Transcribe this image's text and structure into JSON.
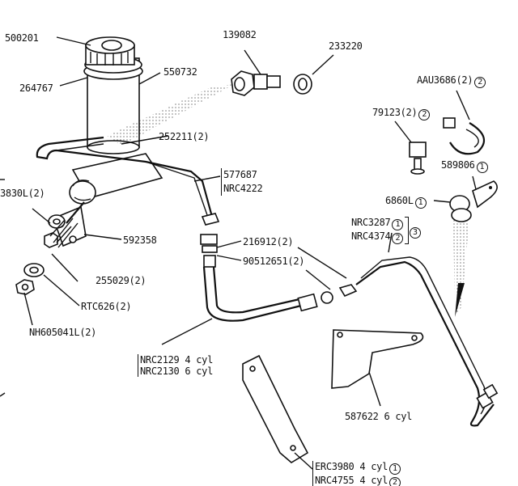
{
  "diagram": {
    "title": "Clutch master cylinder and hydraulic pipe assembly",
    "labels": {
      "p500201": "500201",
      "p264767": "264767",
      "p550732": "550732",
      "p139082": "139082",
      "p233220": "233220",
      "p252211": "252211(2)",
      "pAAU3686": "AAU3686(2)",
      "pAAU3686_ref": "2",
      "p79123": "79123(2)",
      "p79123_ref": "2",
      "p589806": "589806",
      "p589806_ref": "1",
      "p6860L": "6860L",
      "p6860L_ref": "1",
      "p577687": "577687",
      "pNRC4222": "NRC4222",
      "p3830L": "3830L(2)",
      "p592358": "592358",
      "p216912": "216912(2)",
      "p90512651": "90512651(2)",
      "pNRC3287": "NRC3287",
      "pNRC3287_ref": "1",
      "pNRC4374": "NRC4374",
      "pNRC4374_ref": "2",
      "group_ref": "3",
      "p255029": "255029(2)",
      "pRTC626": "RTC626(2)",
      "pNH605041L": "NH605041L(2)",
      "pNRC2129": "NRC2129 4 cyl",
      "pNRC2130": "NRC2130 6 cyl",
      "p587622": "587622 6 cyl",
      "pERC3980": "ERC3980 4 cyl",
      "pERC3980_ref": "1",
      "pNRC4755": "NRC4755 4 cyl",
      "pNRC4755_ref": "2"
    }
  }
}
